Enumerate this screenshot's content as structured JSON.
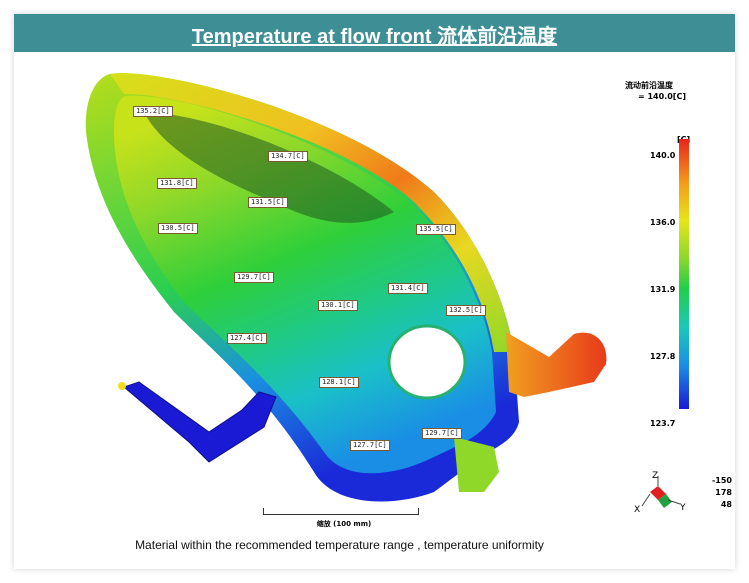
{
  "header": {
    "title": "Temperature at flow front 流体前沿温度"
  },
  "legend": {
    "title_line1": "流动前沿温度",
    "title_line2": "= 140.0[C]",
    "unit": "[C]",
    "ticks": [
      "140.0",
      "136.0",
      "131.9",
      "127.8",
      "123.7"
    ],
    "colors": [
      "#e8241a",
      "#f59a1a",
      "#e5e51a",
      "#23cf4a",
      "#19c8b8",
      "#1a8ee5",
      "#1a1ad5"
    ]
  },
  "probes": [
    "135.2[C]",
    "134.7[C]",
    "131.8[C]",
    "131.5[C]",
    "130.5[C]",
    "135.5[C]",
    "129.7[C]",
    "131.4[C]",
    "130.1[C]",
    "132.5[C]",
    "127.4[C]",
    "128.1[C]",
    "129.7[C]",
    "127.7[C]"
  ],
  "scale": {
    "label": "缩放 (100 mm)"
  },
  "triad": {
    "z": "Z",
    "x": "X",
    "y": "Y"
  },
  "view_angles": [
    "-150",
    "178",
    "48"
  ],
  "caption": "Material within the recommended temperature range , temperature uniformity"
}
